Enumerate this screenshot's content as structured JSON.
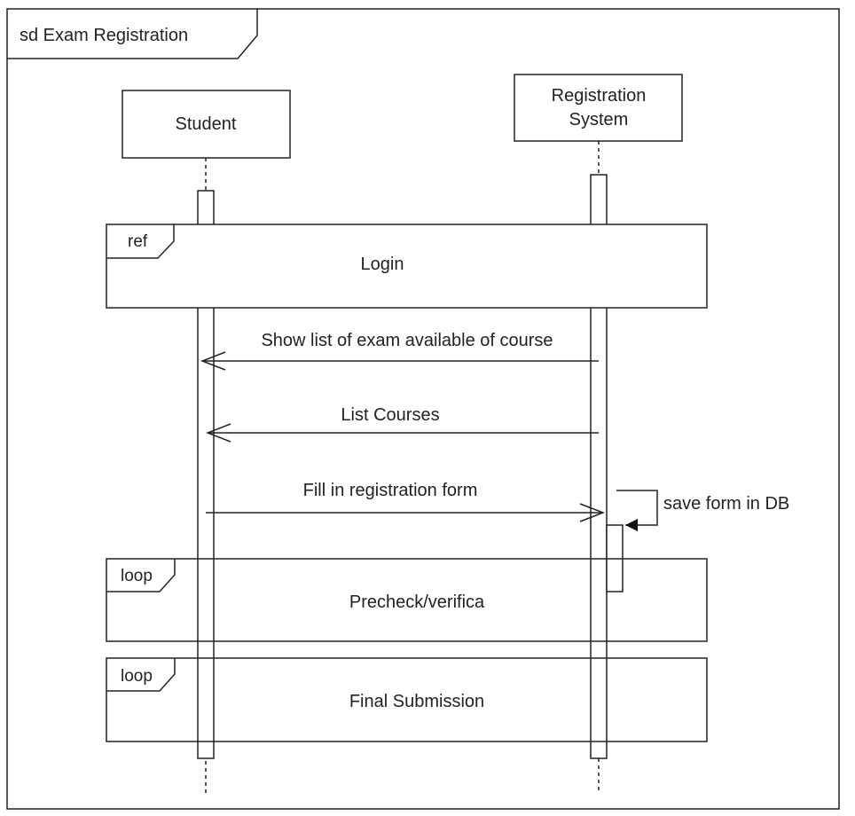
{
  "frame": {
    "label": "sd Exam Registration"
  },
  "lifelines": {
    "student": {
      "label": "Student"
    },
    "system": {
      "line1": "Registration",
      "line2": "System"
    }
  },
  "fragments": {
    "login": {
      "operator": "ref",
      "label": "Login"
    },
    "precheck": {
      "operator": "loop",
      "label": "Precheck/verifica"
    },
    "final": {
      "operator": "loop",
      "label": "Final Submission"
    }
  },
  "messages": {
    "show_exams": {
      "label": "Show list of exam available of course"
    },
    "list_courses": {
      "label": "List Courses"
    },
    "fill_form": {
      "label": "Fill in registration form"
    },
    "save_form": {
      "label": "save form in DB"
    }
  },
  "colors": {
    "stroke": "#222222",
    "background": "#ffffff"
  }
}
